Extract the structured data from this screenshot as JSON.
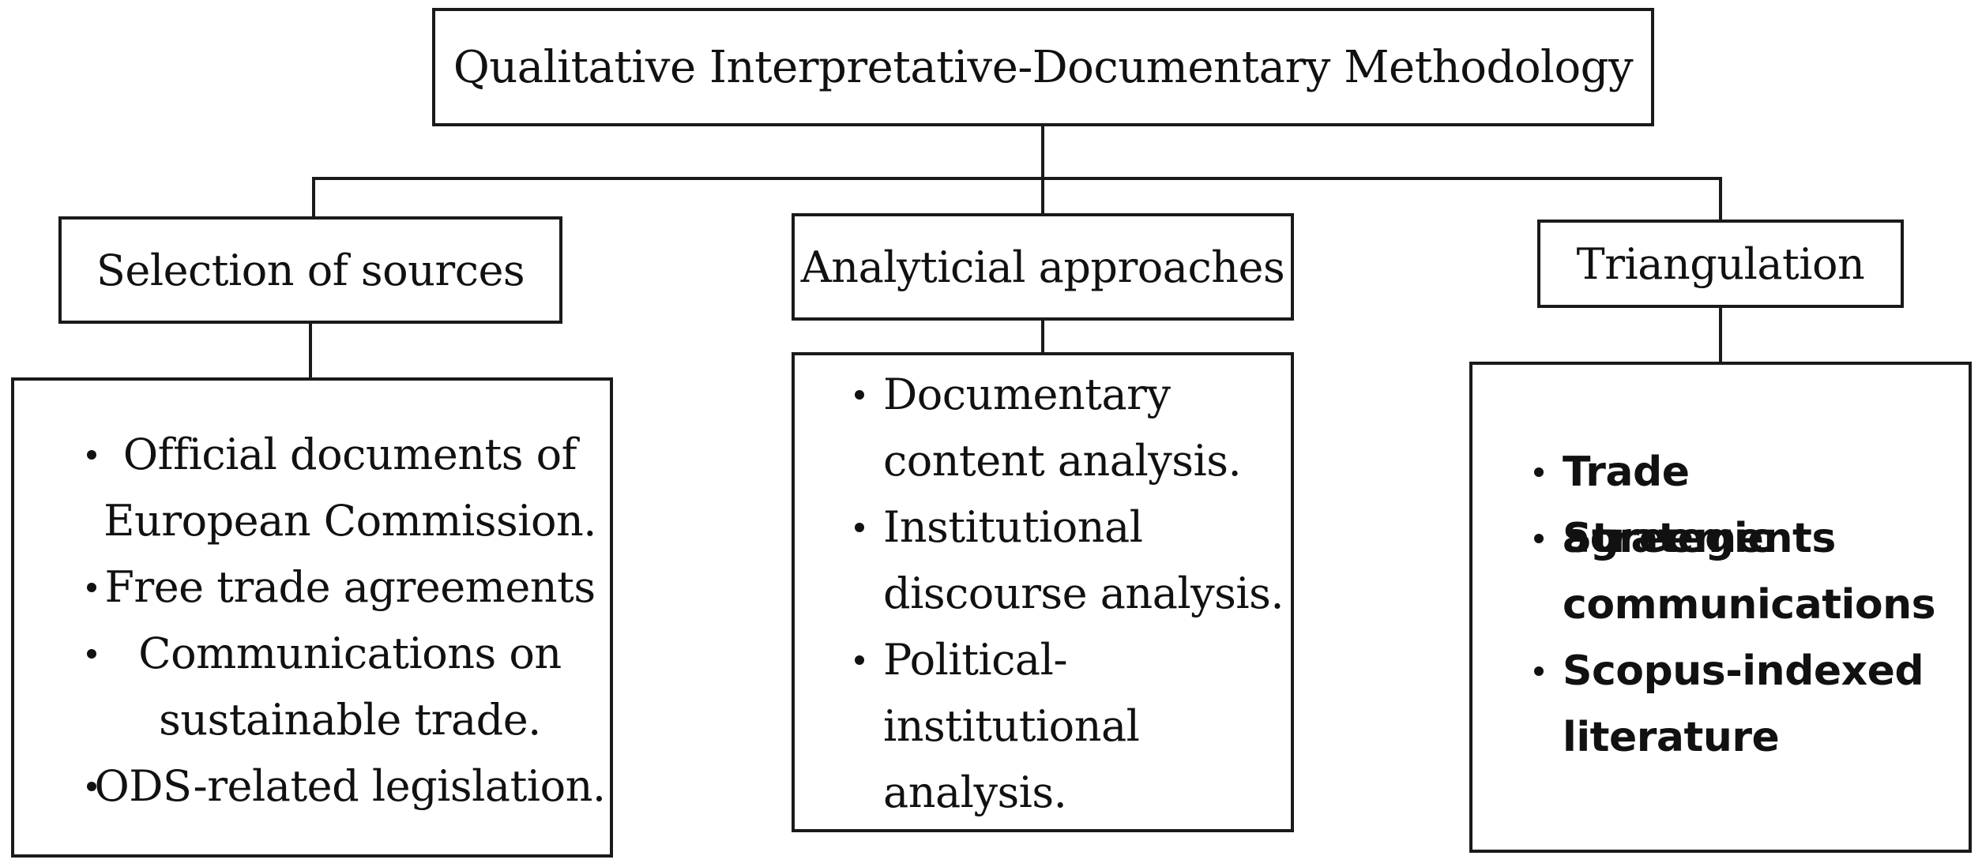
{
  "diagram": {
    "title": "Qualitative Interpretative-Documentary Methodology",
    "branches": [
      {
        "heading": "Selection of sources",
        "items": [
          [
            "Official documents of",
            "European Commission."
          ],
          [
            "Free trade agreements"
          ],
          [
            "Communications on",
            "sustainable trade."
          ],
          [
            "ODS-related legislation."
          ]
        ]
      },
      {
        "heading": "Analyticial approaches",
        "items": [
          [
            "Documentary",
            "content analysis."
          ],
          [
            "Institutional",
            "discourse analysis."
          ],
          [
            "Political-",
            "institutional",
            "analysis."
          ]
        ]
      },
      {
        "heading": "Triangulation",
        "items": [
          [
            "Trade agreements"
          ],
          [
            "Strategic",
            "communications"
          ],
          [
            "Scopus-indexed",
            "literature"
          ]
        ]
      }
    ]
  }
}
